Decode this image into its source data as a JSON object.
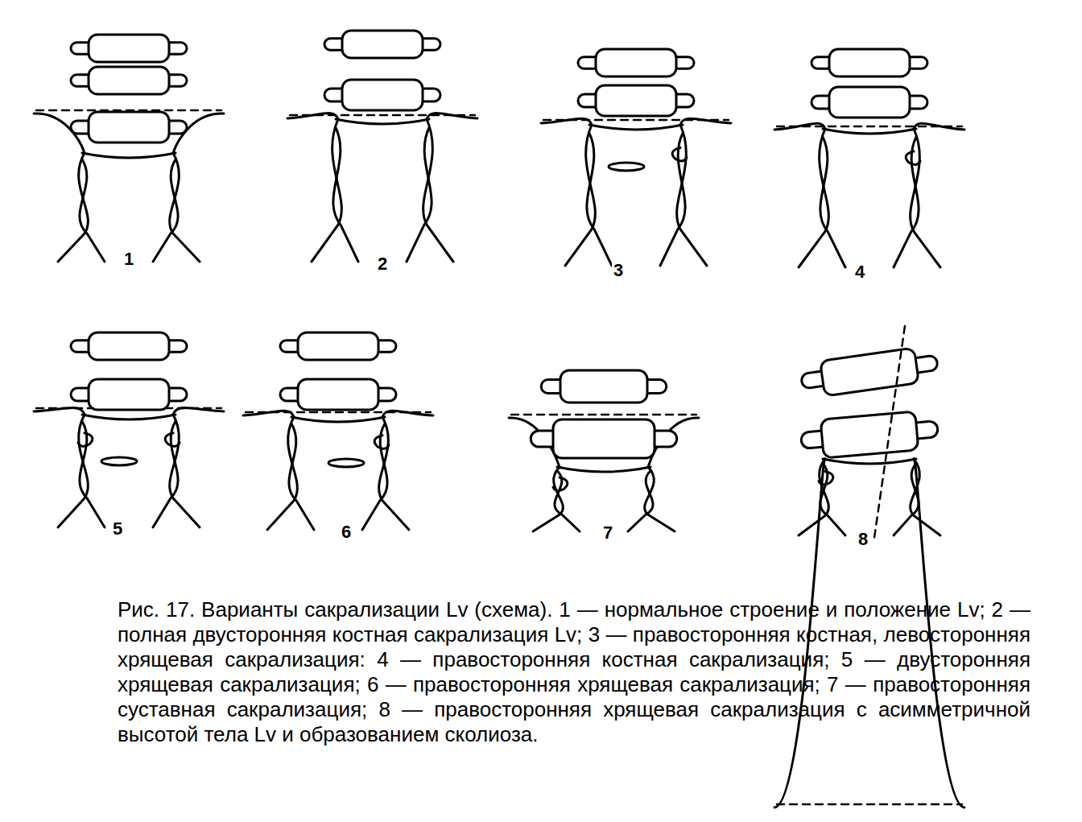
{
  "diagram": {
    "caption": "Рис. 17. Варианты сакрализации Lv (схема). 1 — нормальное строение и положение Lv; 2 — полная двусторонняя костная сакрализация Lv; 3 — правосторонняя костная, левосторонняя хрящевая сакрализация: 4 — правосторонняя костная сакрализация; 5 — двусторонняя хрящевая сакрализация; 6 — правосторонняя хрящевая сакрализация; 7 — правосторонняя суставная сакрализация; 8 — правосторонняя хрящевая сакрализация с асимметричной высотой тела Lv и образованием сколиоза.",
    "labels": [
      "1",
      "2",
      "3",
      "4",
      "5",
      "6",
      "7",
      "8"
    ]
  }
}
